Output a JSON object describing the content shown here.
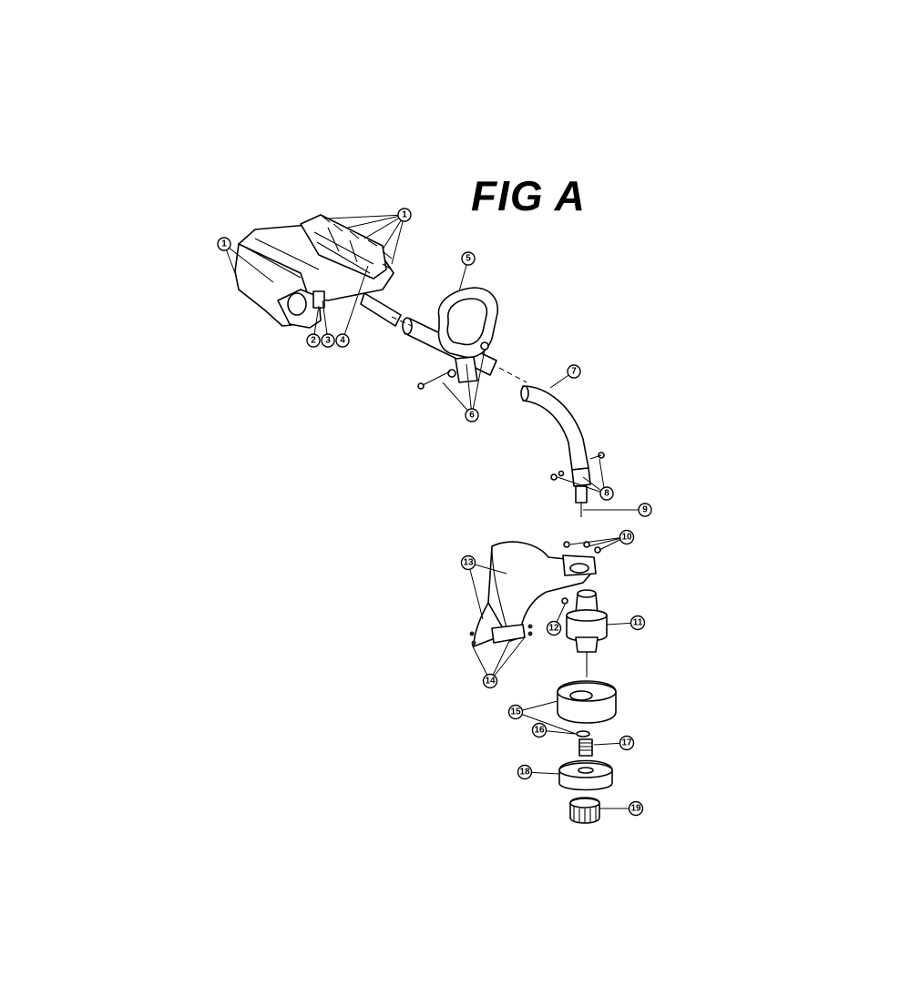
{
  "title": "FIG A",
  "callouts": [
    "1",
    "2",
    "3",
    "4",
    "5",
    "6",
    "7",
    "8",
    "9",
    "10",
    "11",
    "12",
    "13",
    "14",
    "15",
    "16",
    "17",
    "18",
    "19"
  ]
}
